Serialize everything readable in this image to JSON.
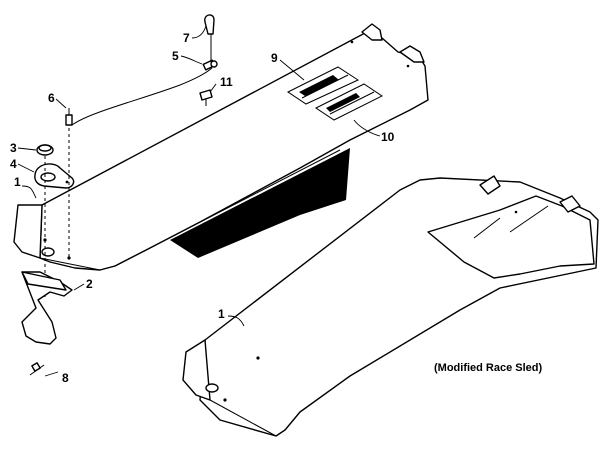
{
  "callouts": {
    "c1a": "1",
    "c1b": "1",
    "c2": "2",
    "c3": "3",
    "c4": "4",
    "c5": "5",
    "c6": "6",
    "c7": "7",
    "c8": "8",
    "c9": "9",
    "c10": "10",
    "c11": "11"
  },
  "caption": "(Modified Race Sled)"
}
